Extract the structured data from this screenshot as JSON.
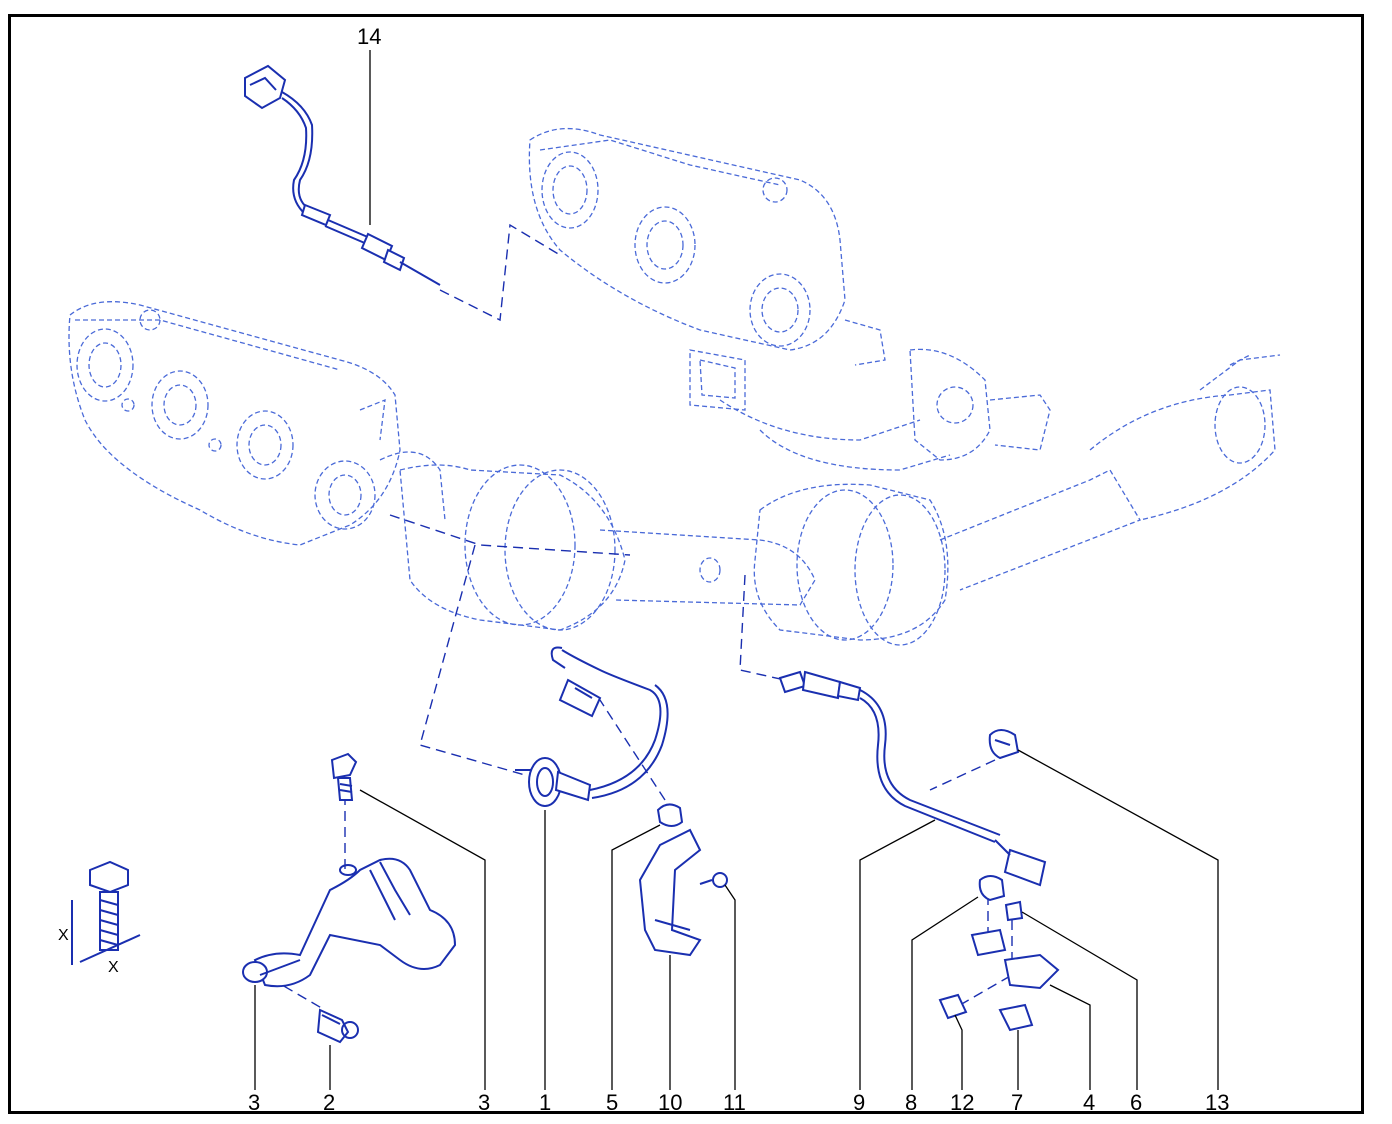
{
  "diagram": {
    "callouts": {
      "c14": "14",
      "c3a": "3",
      "c2": "2",
      "c3b": "3",
      "c1": "1",
      "c5": "5",
      "c10": "10",
      "c11": "11",
      "c9": "9",
      "c8": "8",
      "c12": "12",
      "c7": "7",
      "c4": "4",
      "c6": "6",
      "c13": "13"
    },
    "dimension_symbol": {
      "x1": "X",
      "x2": "X"
    },
    "colors": {
      "line": "#1a2fb0",
      "ghost": "#4a6ad8",
      "frame": "#000000"
    }
  }
}
